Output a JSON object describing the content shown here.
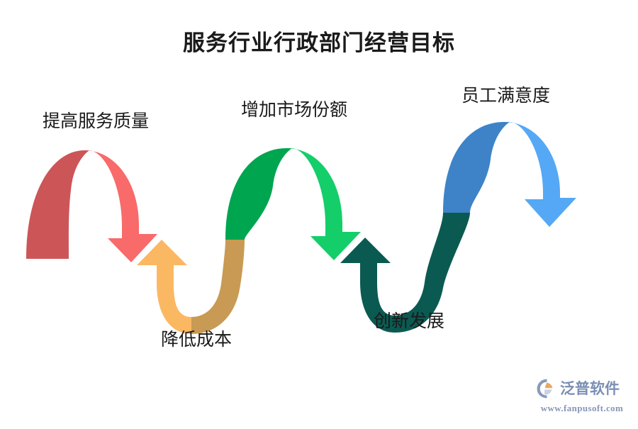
{
  "page": {
    "title": "服务行业行政部门经营目标",
    "background": "#ffffff"
  },
  "diagram": {
    "type": "wave-arrow-process",
    "direction": "left-to-right",
    "stages": [
      {
        "id": "stage-1",
        "label": "提高服务质量",
        "segment": "first-arch",
        "colors": {
          "up": "#CC5558",
          "down": "#F96A6A"
        },
        "arrowhead": "down"
      },
      {
        "id": "stage-2",
        "label": "降低成本",
        "segment": "first-valley",
        "colors": {
          "up": "#FBB862",
          "down": "#C89A53"
        },
        "arrowhead": "up"
      },
      {
        "id": "stage-3",
        "label": "增加市场份额",
        "segment": "second-arch",
        "colors": {
          "up": "#00A550",
          "down": "#14CE6A"
        },
        "arrowhead": "down"
      },
      {
        "id": "stage-4",
        "label": "创新发展",
        "segment": "second-valley",
        "colors": {
          "up": "#0B5A52",
          "down": "#0B5A52"
        },
        "arrowhead": "up"
      },
      {
        "id": "stage-5",
        "label": "员工满意度",
        "segment": "third-arch",
        "colors": {
          "up": "#3E83C8",
          "down": "#55A8F5"
        },
        "arrowhead": "down"
      }
    ]
  },
  "brand": {
    "name": "泛普软件",
    "url": "www.fanpusoft.com",
    "mark_colors": {
      "ring": "#8899b8",
      "accent": "#e8a765"
    },
    "text_color": "#7b8fb5"
  }
}
